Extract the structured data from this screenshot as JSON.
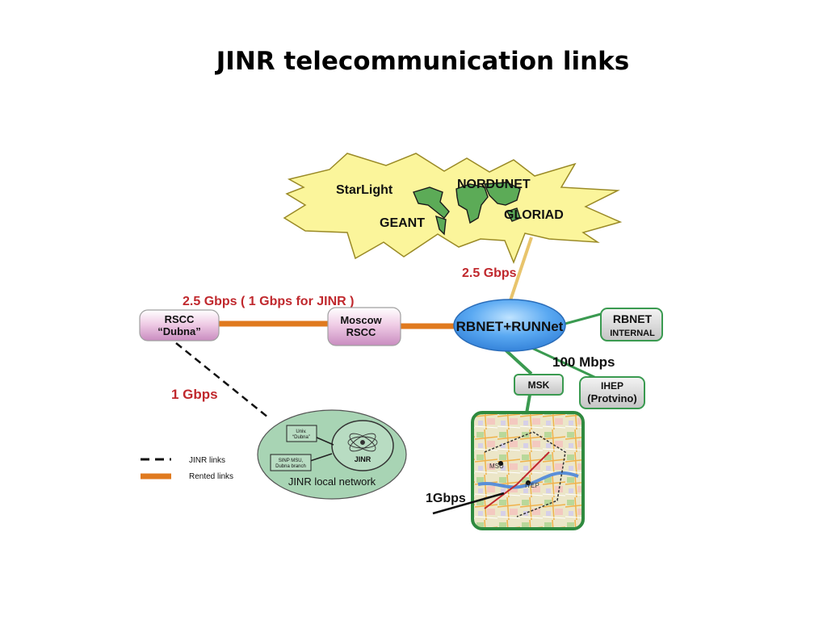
{
  "title": "JINR telecommunication links",
  "cloud": {
    "starlight": "StarLight",
    "nordunet": "NORDUNET",
    "geant": "GEANT",
    "gloriad": "GLORIAD"
  },
  "links": {
    "speed_cloud": "2.5 Gbps",
    "speed_dubna_moscow": "2.5 Gbps ( 1 Gbps for JINR )",
    "speed_jinr_local": "1 Gbps",
    "speed_msk_ihep": "100  Mbps",
    "speed_map": "1Gbps"
  },
  "nodes": {
    "rscc_dubna": [
      "RSCC",
      "“Dubna”"
    ],
    "moscow_rscc": [
      "Moscow",
      "RSCC"
    ],
    "rbnet_runnet": "RBNET+RUNNet",
    "rbnet_internal": [
      "RBNET",
      "INTERNAL"
    ],
    "msk": "MSK",
    "ihep": [
      "IHEP",
      "(Protvino)"
    ]
  },
  "local_network": {
    "label": "JINR local network",
    "univ": [
      "Univ.",
      "“Dubna”"
    ],
    "sinp": [
      "SINP MSU,",
      "Dubna branch"
    ],
    "jinr": "JINR"
  },
  "map": {
    "msu": "MSU",
    "itep": "ITEP"
  },
  "legend": {
    "jinr_links": "JINR links",
    "rented_links": "Rented links"
  },
  "colors": {
    "speed_label": "#c0282d",
    "rented_link": "#e07a1f",
    "node_border": "#3a9a50",
    "cloud_fill": "#fbf59b",
    "rbnet_fill": "#3b8ee8"
  }
}
